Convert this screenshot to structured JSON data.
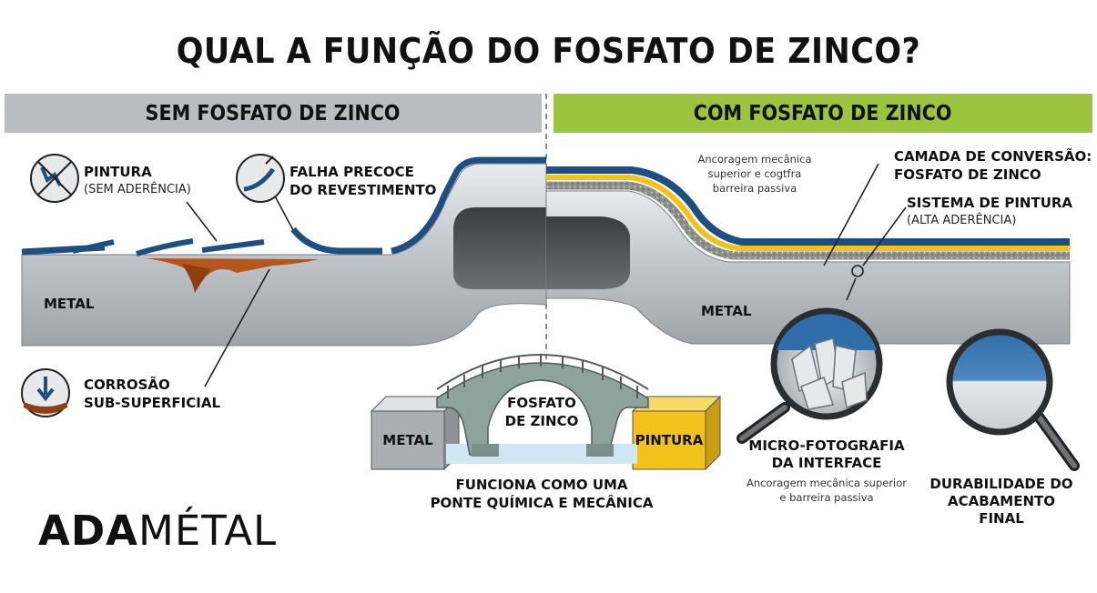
{
  "title": "QUAL A FUNÇÃO DO FOSFATO DE ZINCO?",
  "left_panel": {
    "banner": "SEM FOSFATO DE ZINCO",
    "paint_label": "PINTURA",
    "paint_sub": "(SEM ADERÊNCIA)",
    "failure_label_1": "FALHA PRECOCE",
    "failure_label_2": "DO REVESTIMENTO",
    "metal_label": "METAL",
    "corrosion_label_1": "CORROSÃO",
    "corrosion_label_2": "SUB-SUPERFICIAL"
  },
  "right_panel": {
    "banner": "COM FOSFATO DE ZINCO",
    "anchor_note_1": "Ancoragem mecânica",
    "anchor_note_2": "superior e cogtfra",
    "anchor_note_3": "barreira passiva",
    "conversion_label_1": "CAMADA DE CONVERSÃO:",
    "conversion_label_2": "FOSFATO DE ZINCO",
    "paint_system_label": "SISTEMA DE PINTURA",
    "paint_system_sub": "(ALTA ADERÊNCIA)",
    "metal_label": "METAL",
    "micro_label_1": "MICRO-FOTOGRAFIA",
    "micro_label_2": "DA INTERFACE",
    "micro_note_1": "Ancoragem mecânica superior",
    "micro_note_2": "e barreira passiva",
    "durability_label_1": "DURABILIDADE DO",
    "durability_label_2": "ACABAMENTO FINAL"
  },
  "bridge": {
    "left_block": "METAL",
    "right_block": "PINTURA",
    "center_label_1": "FOSFATO",
    "center_label_2": "DE ZINCO",
    "caption_1": "FUNCIONA COMO UMA",
    "caption_2": "PONTE QUÍMICA E MECÂNICA"
  },
  "logo": {
    "bold_part": "ADA",
    "light_part": "MÉTAL"
  },
  "colors": {
    "paint_blue": "#1d4f82",
    "phosphate_yellow": "#f2c21a",
    "rust": "#b5561c",
    "green_banner": "#9cc43e",
    "grey_banner": "#b9bcc0"
  },
  "icons": [
    "paint-no-adhesion-icon",
    "coating-failure-icon",
    "subsurface-corrosion-icon",
    "magnifier-microphoto-icon",
    "magnifier-durability-icon"
  ]
}
